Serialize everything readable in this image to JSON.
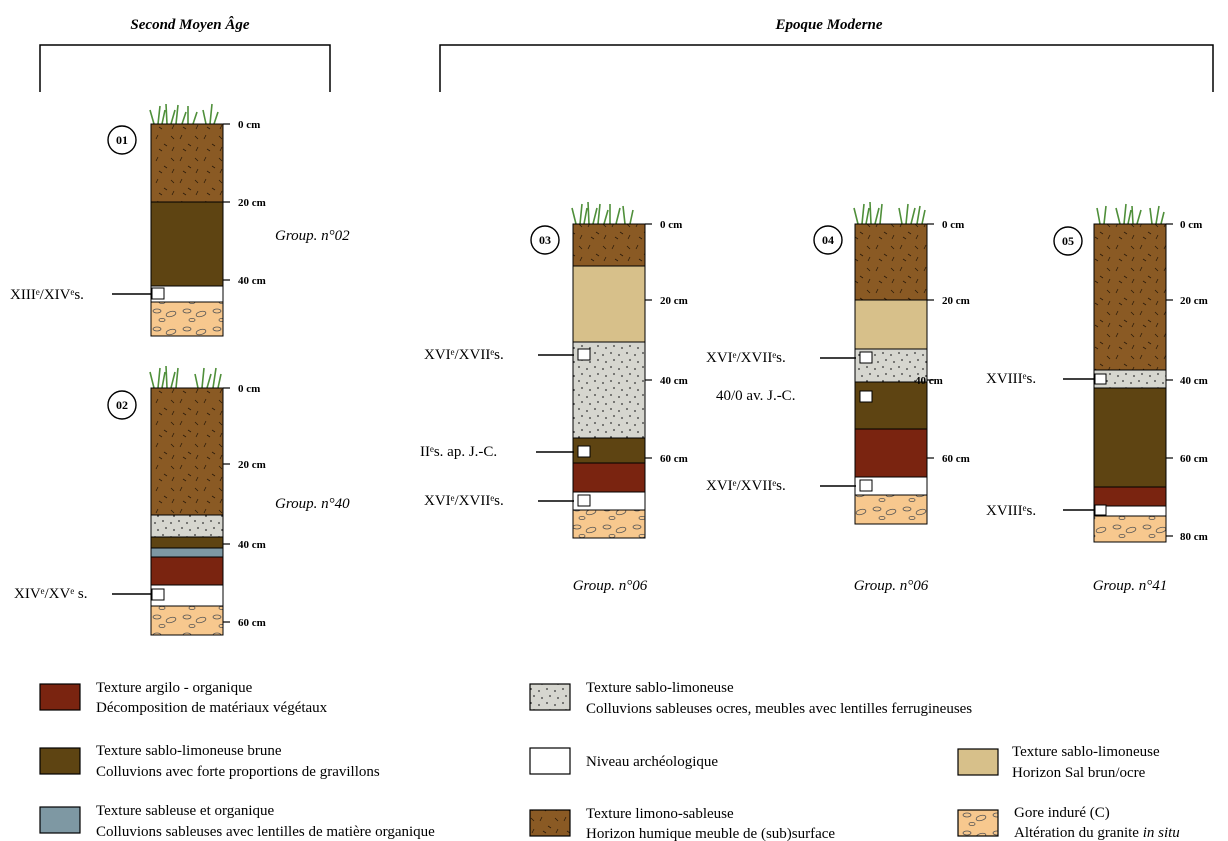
{
  "periods": [
    {
      "label": "Second Moyen Âge"
    },
    {
      "label": "Epoque Moderne"
    }
  ],
  "profiles": [
    {
      "number": "01",
      "group": "Group. n°02",
      "layers": [
        "humic",
        "sandy_brown",
        "archaeo",
        "gore"
      ],
      "depth_labels": [
        "0 cm",
        "20 cm",
        "40 cm"
      ],
      "dates": [
        {
          "label": "XIIIᵉ/XIVᵉs."
        }
      ]
    },
    {
      "number": "02",
      "group": "Group. n°40",
      "layers": [
        "humic",
        "sablo_lim",
        "sandy_brown",
        "sandy_org",
        "argilo",
        "archaeo",
        "gore"
      ],
      "depth_labels": [
        "0 cm",
        "20 cm",
        "40 cm",
        "60 cm"
      ],
      "dates": [
        {
          "label": "XIVᵉ/XVᵉ s."
        }
      ]
    },
    {
      "number": "03",
      "group": "Group. n°06",
      "layers": [
        "humic",
        "sal",
        "sablo_lim",
        "sandy_brown",
        "argilo",
        "archaeo",
        "gore"
      ],
      "depth_labels": [
        "0 cm",
        "20 cm",
        "40 cm",
        "60 cm"
      ],
      "dates": [
        {
          "label": "XVIᵉ/XVIIᵉs."
        },
        {
          "label": "IIᵉs. ap. J.-C."
        },
        {
          "label": "XVIᵉ/XVIIᵉs."
        }
      ]
    },
    {
      "number": "04",
      "group": "Group. n°06",
      "layers": [
        "humic",
        "sal",
        "sablo_lim",
        "sandy_brown",
        "argilo",
        "archaeo",
        "gore"
      ],
      "depth_labels": [
        "0 cm",
        "20 cm",
        "40 cm",
        "60 cm"
      ],
      "dates": [
        {
          "label": "XVIᵉ/XVIIᵉs."
        },
        {
          "label": "40/0 av. J.-C."
        },
        {
          "label": "XVIᵉ/XVIIᵉs."
        }
      ]
    },
    {
      "number": "05",
      "group": "Group. n°41",
      "layers": [
        "humic",
        "sablo_lim",
        "sandy_brown",
        "argilo",
        "archaeo",
        "gore"
      ],
      "depth_labels": [
        "0 cm",
        "20 cm",
        "40 cm",
        "60 cm",
        "80 cm"
      ],
      "dates": [
        {
          "label": "XVIIIᵉs."
        },
        {
          "label": "XVIIIᵉs."
        }
      ]
    }
  ],
  "legend": [
    {
      "key": "argilo",
      "line1": "Texture argilo - organique",
      "line2": "Décomposition de matériaux végétaux"
    },
    {
      "key": "sandy_brown",
      "line1": "Texture sablo-limoneuse brune",
      "line2": "Colluvions avec forte proportions de gravillons"
    },
    {
      "key": "sandy_org",
      "line1": "Texture sableuse et organique",
      "line2": "Colluvions sableuses avec lentilles de matière organique"
    },
    {
      "key": "sablo_lim",
      "line1": "Texture sablo-limoneuse",
      "line2": "Colluvions sableuses ocres, meubles avec lentilles ferrugineuses"
    },
    {
      "key": "archaeo",
      "line1": "Niveau archéologique",
      "line2": ""
    },
    {
      "key": "humic",
      "line1": "Texture limono-sableuse",
      "line2": "Horizon humique meuble de (sub)surface"
    },
    {
      "key": "sal",
      "line1": "Texture sablo-limoneuse",
      "line2": "Horizon Sal brun/ocre"
    },
    {
      "key": "gore",
      "line1": "Gore induré (C)",
      "line2": "Altération du granite",
      "line2_italic": "in situ"
    }
  ],
  "colors": {
    "humic": "#8a5a24",
    "sandy_brown": "#5e4412",
    "argilo": "#7a2410",
    "sandy_org": "#7e98a3",
    "sablo_lim": "#d6d6cf",
    "archaeo": "#ffffff",
    "sal": "#d7c08a",
    "gore": "#f7c88e",
    "grass": "#4f8f3a"
  }
}
